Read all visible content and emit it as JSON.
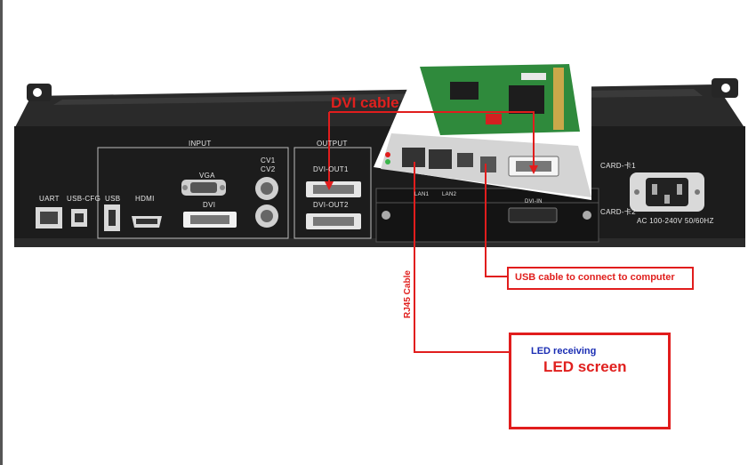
{
  "diagram": {
    "input_group_label": "INPUT",
    "output_group_label": "OUTPUT",
    "ports": {
      "uart": "UART",
      "usb_cfg": "USB-CFG",
      "usb": "USB",
      "hdmi": "HDMI",
      "vga": "VGA",
      "dvi": "DVI",
      "cv1": "CV1",
      "cv2": "CV2",
      "dvi_out1": "DVI-OUT1",
      "dvi_out2": "DVI-OUT2",
      "lan1": "LAN1",
      "lan2": "LAN2",
      "dvi_in": "DVI-IN",
      "card1": "CARD-卡1",
      "card2": "CARD-卡2",
      "power": "AC 100-240V 50/60HZ"
    },
    "annotations": {
      "dvi_cable": "DVI cable",
      "rj45_cable": "RJ45 Cable",
      "usb_cable": "USB cable to connect to computer",
      "led_receiving": "LED receiving",
      "led_screen": "LED screen"
    },
    "colors": {
      "annotation_red": "#e0201e",
      "device_body": "#1c1c1c",
      "pcb_green": "#2f8a3c",
      "led_receiving_blue": "#1a2db3"
    }
  }
}
